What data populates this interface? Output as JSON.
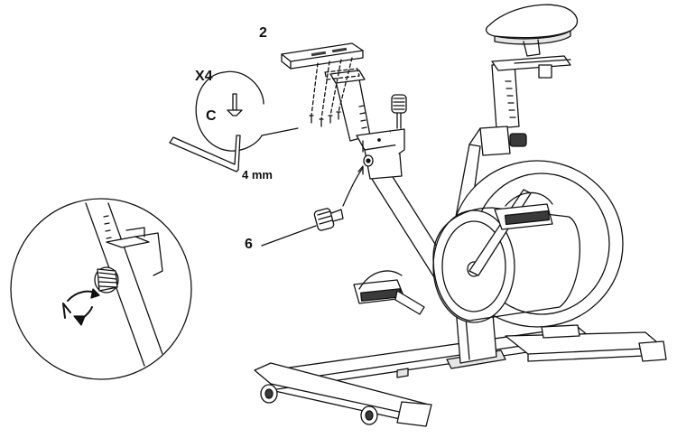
{
  "labels": {
    "part_top_plate": "2",
    "quantity": "X4",
    "screw_letter": "C",
    "wrench_size": "4 mm",
    "part_knob": "6"
  },
  "colors": {
    "line": "#111111",
    "fill": "#ffffff",
    "shade": "#e6e6e6",
    "dark": "#3a3a3a"
  }
}
